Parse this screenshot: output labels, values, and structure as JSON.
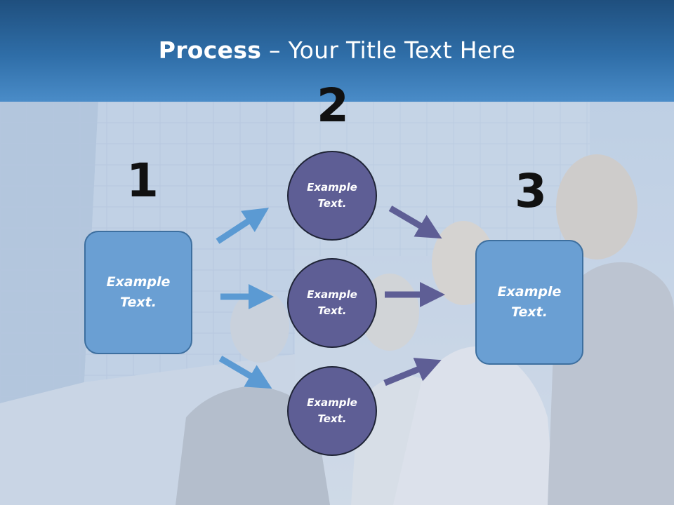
{
  "slide": {
    "title_bold": "Process",
    "title_rest": " – Your Title Text Here"
  },
  "steps": {
    "step1_number": "1",
    "step2_number": "2",
    "step3_number": "3"
  },
  "nodes": {
    "left_box": "Example Text.",
    "circle_top": "Example Text.",
    "circle_middle": "Example Text.",
    "circle_bottom": "Example Text.",
    "right_box": "Example Text."
  },
  "colors": {
    "header": "#2f6ea8",
    "box_fill": "#6a9fd3",
    "circle_fill": "#5e5e95",
    "left_arrows": "#5b9ad3",
    "right_arrows": "#5e5e95"
  }
}
